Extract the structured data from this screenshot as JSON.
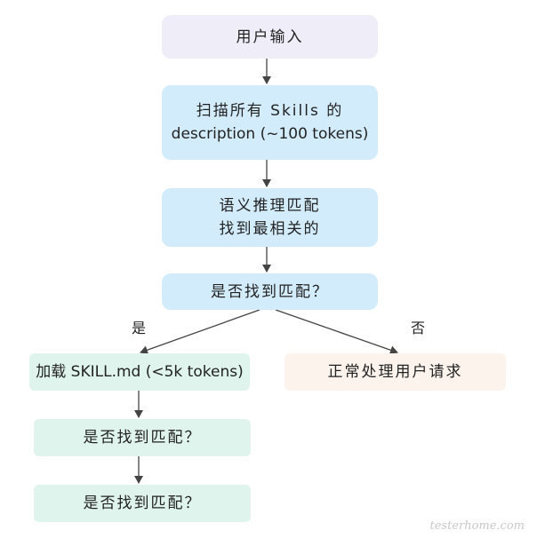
{
  "nodes": {
    "user_input": {
      "text": "用户输入",
      "fill": "#efedf7"
    },
    "scan": {
      "lines": [
        "扫描所有 Skills 的",
        "description (~100 tokens)"
      ],
      "fill": "#d3ecfb"
    },
    "reason": {
      "lines": [
        "语义推理匹配",
        "找到最相关的"
      ],
      "fill": "#d3ecfb"
    },
    "match_check": {
      "text": "是否找到匹配？",
      "fill": "#d3ecfb"
    },
    "load_skill": {
      "text": "加载 SKILL.md (<5k tokens)",
      "fill": "#dff4ec"
    },
    "normal": {
      "text": "正常处理用户请求",
      "fill": "#fbf3ec"
    },
    "check_2": {
      "text": "是否找到匹配？",
      "fill": "#dff4ec"
    },
    "check_3": {
      "text": "是否找到匹配？",
      "fill": "#dff4ec"
    }
  },
  "edge_labels": {
    "yes": "是",
    "no": "否"
  },
  "watermark": "testerhome.com"
}
